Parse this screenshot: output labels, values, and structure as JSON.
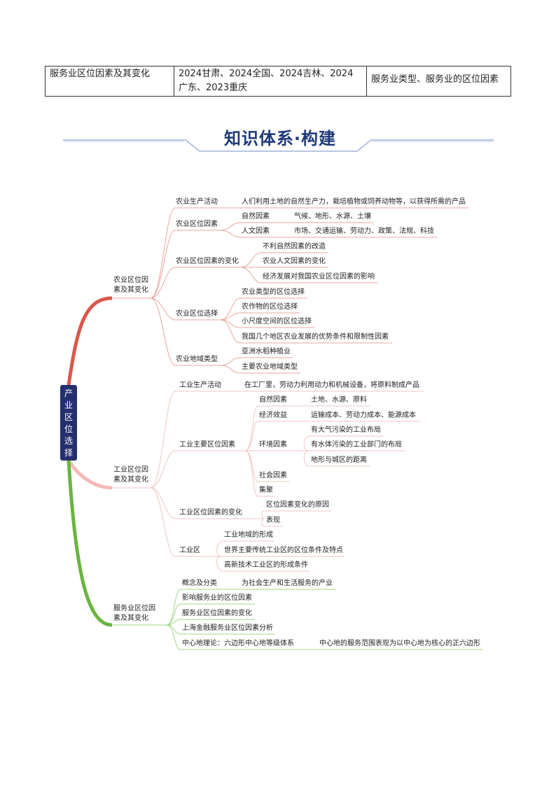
{
  "table": {
    "topic": "服务业区位因素及其变化",
    "exams": "2024甘肃、2024全国、2024吉林、2024广东、2023重庆",
    "points": "服务业类型、服务业的区位因素"
  },
  "banner": {
    "title": "知识体系·构建"
  },
  "mindmap": {
    "root": "产业区位选择",
    "agri": {
      "label_l1": "农业区位因",
      "label_l2": "素及其变化",
      "prod": "农业生产活动",
      "prod_desc": "人们利用土地的自然生产力，栽培植物或饲养动物等，以获得所需的产品",
      "factors": "农业区位因素",
      "natural": "自然因素",
      "natural_desc": "气候、地形、水源、土壤",
      "human": "人文因素",
      "human_desc": "市场、交通运输、劳动力、政策、法规、科技",
      "change": "农业区位因素的变化",
      "change_items": [
        "不利自然因素的改造",
        "农业人文因素的变化",
        "经济发展对我国农业区位因素的影响"
      ],
      "choice": "农业区位选择",
      "choice_items": [
        "农业类型的区位选择",
        "农作物的区位选择",
        "小尺度空间的区位选择",
        "我国几个地区农业发展的优势条件和限制性因素"
      ],
      "regional": "农业地域类型",
      "regional_items": [
        "亚洲水稻种植业",
        "主要农业地域类型"
      ]
    },
    "ind": {
      "label_l1": "工业区位因",
      "label_l2": "素及其变化",
      "prod": "工业生产活动",
      "prod_desc": "在工厂里，劳动力利用动力和机械设备，将原料制成产品",
      "factors": "工业主要区位因素",
      "natural": "自然因素",
      "natural_desc": "土地、水源、原料",
      "econ": "经济效益",
      "econ_desc": "运输成本、劳动力成本、能源成本",
      "env": "环境因素",
      "env_items": [
        "有大气污染的工业布局",
        "有水体污染的工业部门的布局",
        "地形与城区的距离"
      ],
      "social": "社会因素",
      "agglom": "集聚",
      "change": "工业区位因素的变化",
      "change_items": [
        "区位因素变化的原因",
        "表现"
      ],
      "zone": "工业区",
      "zone_items": [
        "工业地域的形成",
        "世界主要传统工业区的区位条件及特点",
        "高新技术工业区的形成条件"
      ]
    },
    "serv": {
      "label_l1": "服务业区位因",
      "label_l2": "素及其变化",
      "concept": "概念及分类",
      "concept_desc": "为社会生产和生活服务的产业",
      "items": [
        "影响服务业的区位因素",
        "服务业区位因素的变化",
        "上海金融服务业区位因素分析"
      ],
      "central": "中心地理论：六边形中心地等级体系",
      "central_desc": "中心地的服务范围表现为以中心地为核心的正六边形"
    },
    "colors": {
      "agri": "#d9584a",
      "ind": "#f4b8b8",
      "serv": "#6bb440",
      "root": "#24306e",
      "title": "#1f3a78"
    }
  }
}
